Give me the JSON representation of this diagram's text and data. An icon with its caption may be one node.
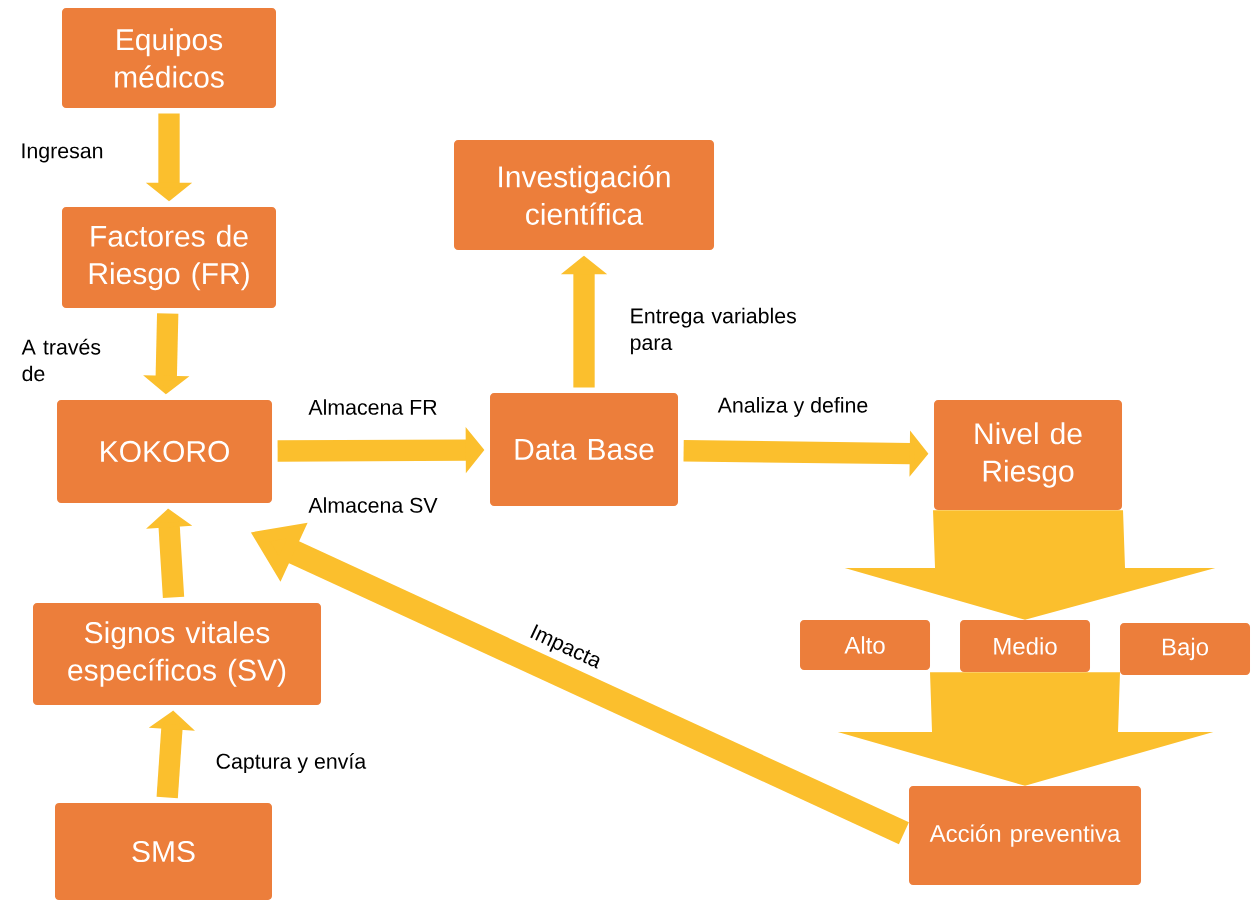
{
  "diagram": {
    "nodes": [
      {
        "text": [
          "Equipos médicos"
        ]
      },
      {
        "text": [
          "Factores de Riesgo (FR)"
        ]
      },
      {
        "text": [
          "KOKORO"
        ]
      },
      {
        "text": [
          "Signos vitales específicos (SV)"
        ]
      },
      {
        "text": [
          "SMS"
        ]
      },
      {
        "text": [
          "Investigación científica"
        ]
      },
      {
        "text": [
          "Data Base"
        ]
      },
      {
        "text": [
          "Nivel de Riesgo"
        ]
      },
      {
        "text": [
          "Alto"
        ]
      },
      {
        "text": [
          "Medio"
        ]
      },
      {
        "text": [
          "Bajo"
        ]
      },
      {
        "text": [
          "Acción preventiva"
        ]
      }
    ],
    "edges": [
      {
        "from": 0,
        "to": 1,
        "arrow": "to",
        "label": "Ingresan"
      },
      {
        "from": 1,
        "to": 2,
        "arrow": "to",
        "label": "A través de"
      },
      {
        "from": 3,
        "to": 2,
        "arrow": "to"
      },
      {
        "from": 4,
        "to": 3,
        "arrow": "to",
        "label": "Captura y envía"
      },
      {
        "from": 2,
        "to": 6,
        "arrow": "to",
        "label": "Almacena FR"
      },
      {
        "from": 6,
        "to": 5,
        "arrow": "to",
        "label": "Entrega variables para"
      },
      {
        "from": 6,
        "to": 7,
        "arrow": "to",
        "label": "Analiza y define"
      },
      {
        "from": 7,
        "to": 8,
        "arrow": "to"
      },
      {
        "from": 7,
        "to": 9,
        "arrow": "to"
      },
      {
        "from": 7,
        "to": 10,
        "arrow": "to"
      },
      {
        "from": 8,
        "to": 11,
        "arrow": "to"
      },
      {
        "from": 9,
        "to": 11,
        "arrow": "to"
      },
      {
        "from": 10,
        "to": 11,
        "arrow": "to"
      },
      {
        "from": 11,
        "to": 2,
        "arrow": "to",
        "label": "Impacta"
      }
    ],
    "labels": [
      "Almacena SV"
    ]
  }
}
